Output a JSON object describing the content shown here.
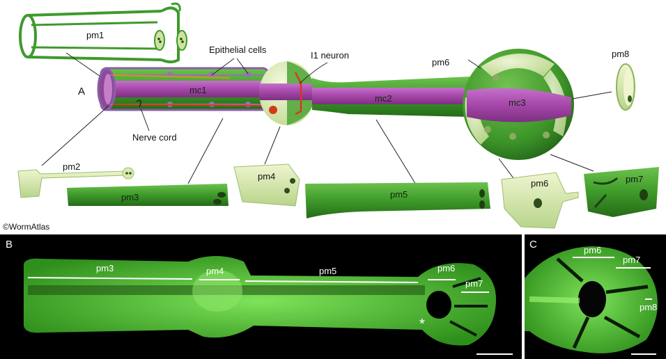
{
  "panel_a": {
    "letter": "A",
    "copyright": "©WormAtlas",
    "labels": {
      "pm1": "pm1",
      "epithelial": "Epithelial cells",
      "i1": "I1 neuron",
      "pm6_top": "pm6",
      "pm8": "pm8",
      "mc1": "mc1",
      "mc2": "mc2",
      "mc3": "mc3",
      "nerve_cord": "Nerve cord",
      "pm2": "pm2",
      "pm3": "pm3",
      "pm4": "pm4",
      "pm5": "pm5",
      "pm6": "pm6",
      "pm7": "pm7"
    },
    "colors": {
      "muscle_green": "#3f9a2c",
      "light_green": "#d4e6a6",
      "marginal_magenta": "#a04aa6",
      "neuron_red": "#d53a17",
      "nerve_purple": "#8a5fa8"
    }
  },
  "panel_b": {
    "letter": "B",
    "labels": {
      "pm3": "pm3",
      "pm4": "pm4",
      "pm5": "pm5",
      "pm6": "pm6",
      "pm7": "pm7"
    },
    "asterisk": "*"
  },
  "panel_c": {
    "letter": "C",
    "labels": {
      "pm6": "pm6",
      "pm7": "pm7",
      "pm8": "pm8"
    }
  }
}
